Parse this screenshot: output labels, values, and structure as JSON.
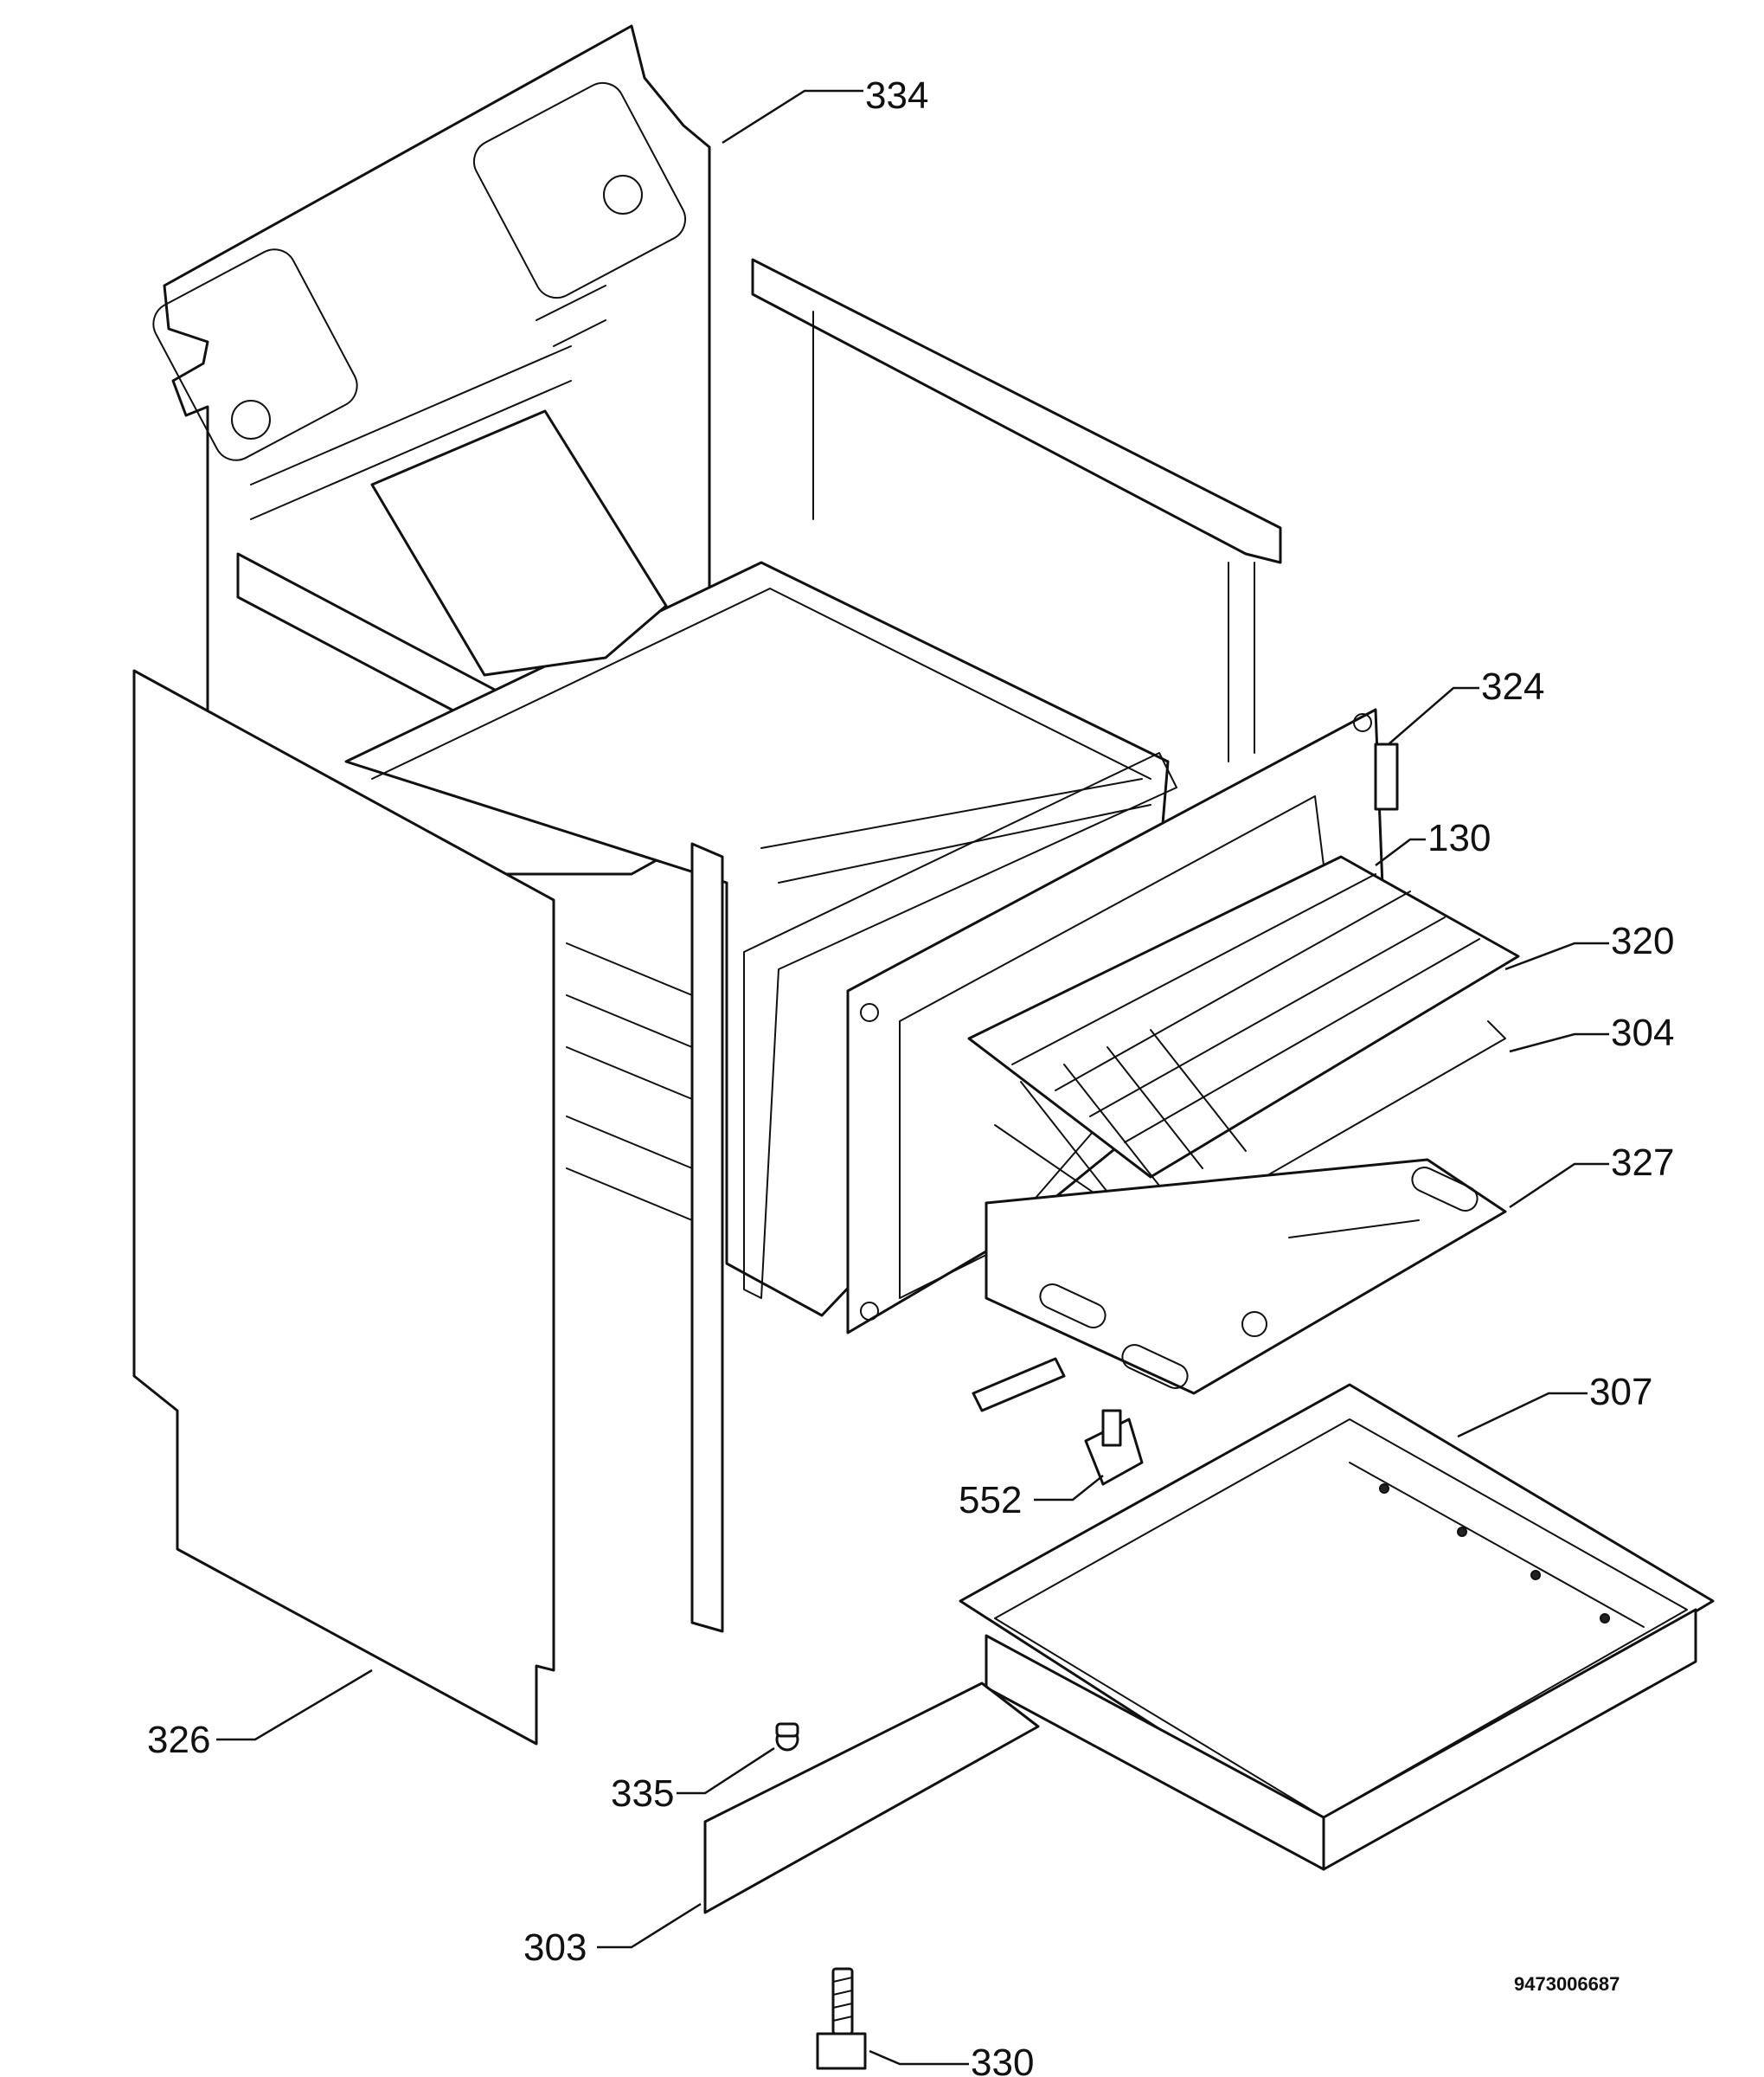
{
  "parts": {
    "p334": "334",
    "p324": "324",
    "p130": "130",
    "p320": "320",
    "p304": "304",
    "p327": "327",
    "p307": "307",
    "p552": "552",
    "p326": "326",
    "p335": "335",
    "p303": "303",
    "p330": "330"
  },
  "document_number": "9473006687"
}
